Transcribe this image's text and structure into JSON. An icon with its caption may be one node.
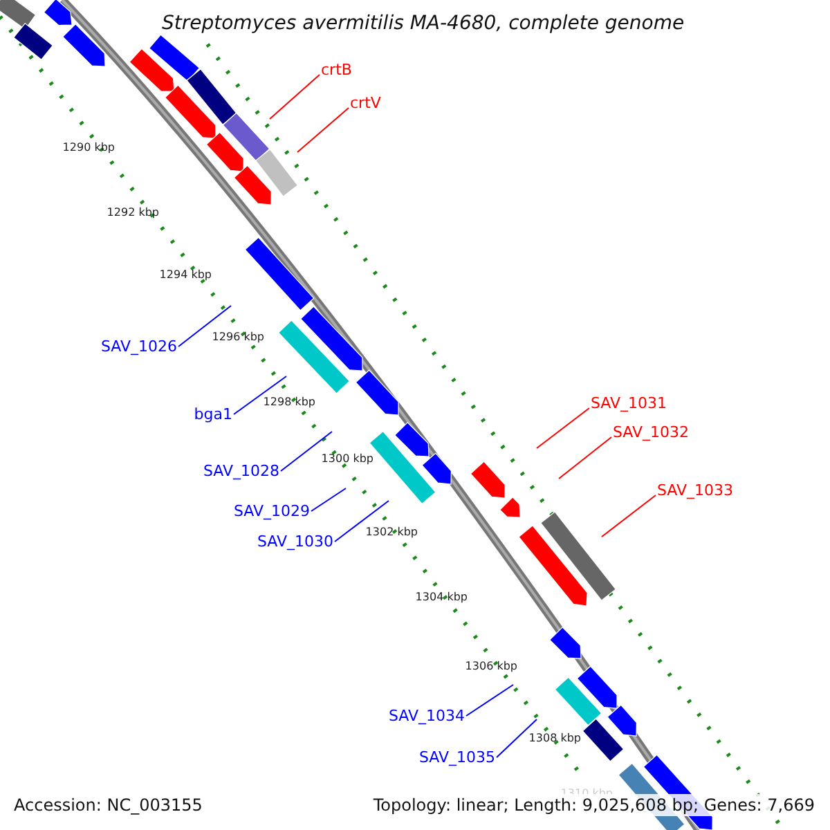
{
  "diagram": {
    "title": "Streptomyces avermitilis MA-4680, complete genome",
    "nodes": [
      {
        "text": [
          "crtB"
        ]
      },
      {
        "text": [
          "crtV"
        ]
      },
      {
        "text": [
          "SAV_1026"
        ]
      },
      {
        "text": [
          "bga1"
        ]
      },
      {
        "text": [
          "SAV_1028"
        ]
      },
      {
        "text": [
          "SAV_1029"
        ]
      },
      {
        "text": [
          "SAV_1030"
        ]
      },
      {
        "text": [
          "SAV_1031"
        ]
      },
      {
        "text": [
          "SAV_1032"
        ]
      },
      {
        "text": [
          "SAV_1033"
        ]
      },
      {
        "text": [
          "SAV_1034"
        ]
      },
      {
        "text": [
          "SAV_1035"
        ]
      }
    ],
    "edges": [
      {
        "from": 0,
        "to": null,
        "arrow": "none",
        "color": "#ff0000"
      },
      {
        "from": 1,
        "to": null,
        "arrow": "none",
        "color": "#ff0000"
      },
      {
        "from": 2,
        "to": null,
        "arrow": "none"
      },
      {
        "from": 3,
        "to": null,
        "arrow": "none"
      },
      {
        "from": 4,
        "to": null,
        "arrow": "none"
      },
      {
        "from": 5,
        "to": null,
        "arrow": "none"
      },
      {
        "from": 6,
        "to": null,
        "arrow": "none"
      },
      {
        "from": 7,
        "to": null,
        "arrow": "none",
        "color": "#ff0000"
      },
      {
        "from": 8,
        "to": null,
        "arrow": "none",
        "color": "#ff0000"
      },
      {
        "from": 9,
        "to": null,
        "arrow": "none",
        "color": "#ff0000"
      },
      {
        "from": 10,
        "to": null,
        "arrow": "none"
      },
      {
        "from": 11,
        "to": null,
        "arrow": "none"
      }
    ],
    "labels": [
      "1290 kbp",
      "1292 kbp",
      "1294 kbp",
      "1296 kbp",
      "1298 kbp",
      "1300 kbp",
      "1302 kbp",
      "1304 kbp",
      "1306 kbp",
      "1308 kbp",
      "1310 kbp",
      "Accession: NC_003155",
      "Topology: linear; Length: 9,025,608 bp; Genes: 7,669"
    ]
  }
}
